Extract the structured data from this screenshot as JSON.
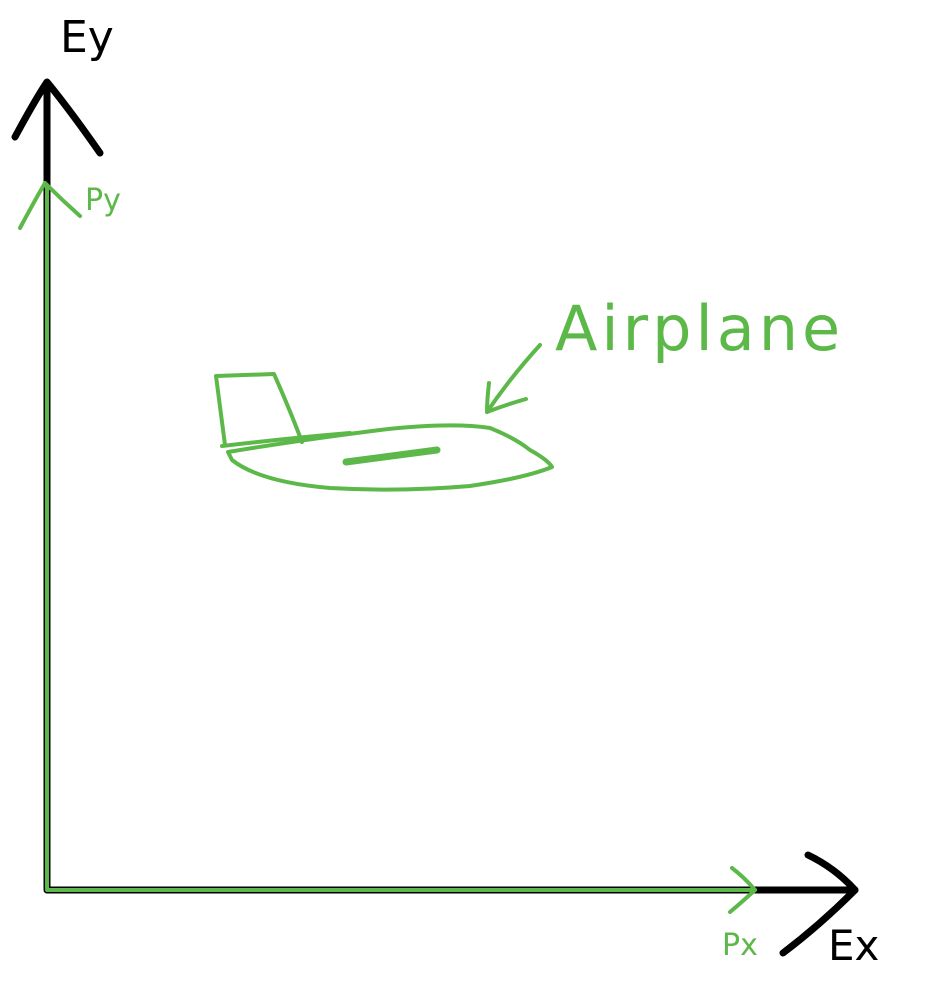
{
  "axes": {
    "y_label": "Ey",
    "x_label": "Ex"
  },
  "vectors": {
    "py_label": "Py",
    "px_label": "Px"
  },
  "object": {
    "label": "Airplane"
  },
  "colors": {
    "axis": "#000000",
    "highlight": "#5cb848",
    "background": "#ffffff"
  }
}
